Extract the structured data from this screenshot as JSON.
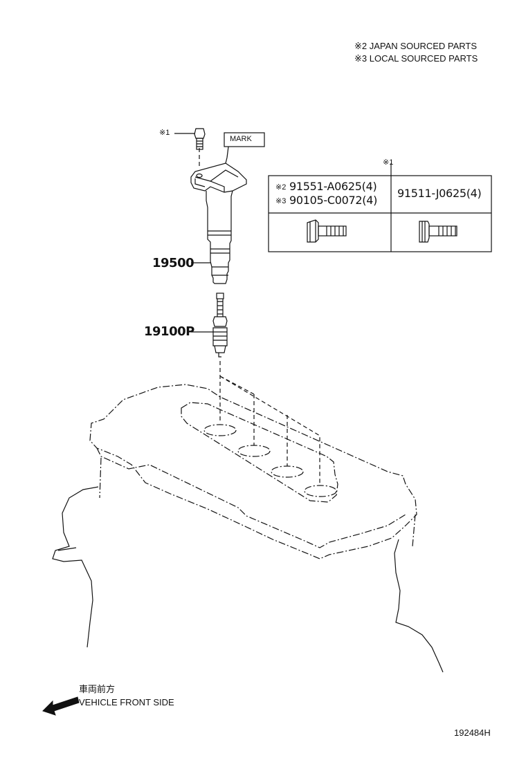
{
  "notes": {
    "line1": "※2 JAPAN SOURCED PARTS",
    "line2": "※3 LOCAL SOURCED PARTS"
  },
  "callouts": {
    "bolt_ref": "※1",
    "mark": "MARK",
    "coil": "19500",
    "plug": "19100P"
  },
  "bolt_table": {
    "header_ref": "※1",
    "left": {
      "line1_ref": "※2",
      "line1_part": "91551-A0625(4)",
      "line2_ref": "※3",
      "line2_part": "90105-C0072(4)"
    },
    "right": {
      "part": "91511-J0625(4)"
    }
  },
  "direction": {
    "jp": "車両前方",
    "en": "VEHICLE FRONT SIDE"
  },
  "figure_id": "192484H"
}
